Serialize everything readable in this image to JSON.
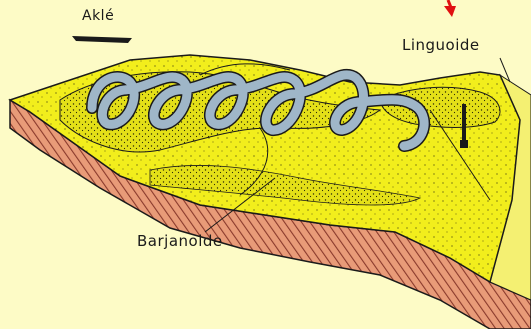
{
  "labels": {
    "akle": "Aklé",
    "linguoide": "Linguoide",
    "barjanoide": "Barjanoide"
  },
  "colors": {
    "background": "#fdfbc6",
    "sand": "#f2ee1c",
    "sand_shadow": "#d8d414",
    "side": "#e89b78",
    "side_stripe": "#8a3a2c",
    "wind": "#9fb6c8",
    "arrow": "#e01010",
    "outline": "#1a1a1a"
  },
  "icons": {
    "scale_bar": "scale-bar-icon",
    "arrow": "arrow-down-icon",
    "wind_spiral": "wind-spiral-icon"
  }
}
